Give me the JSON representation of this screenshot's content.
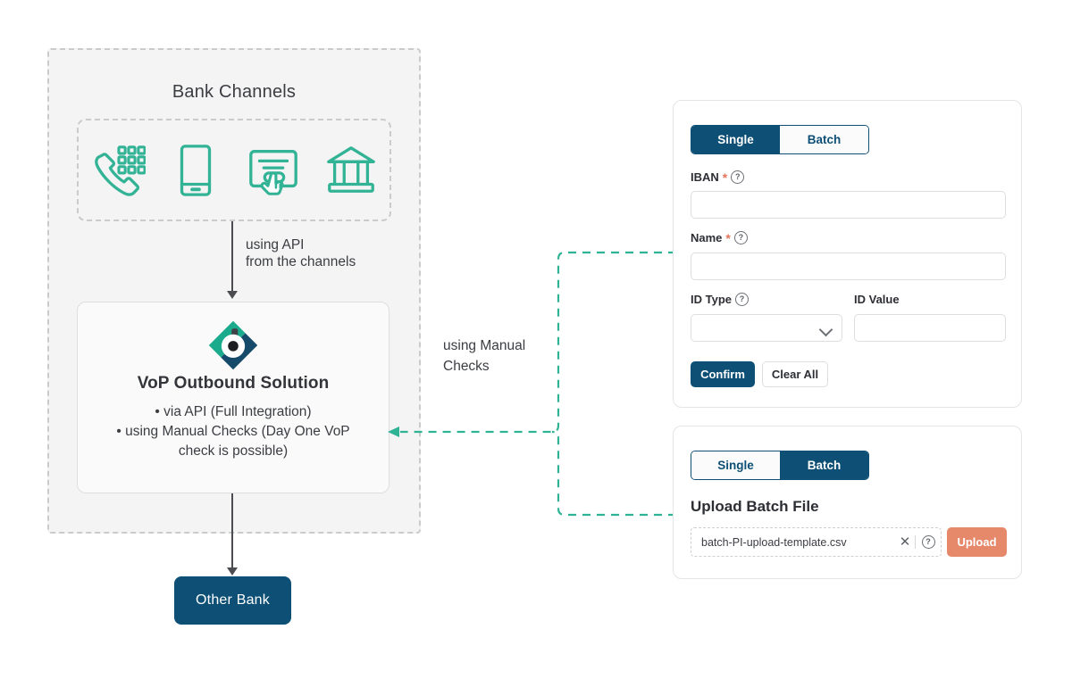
{
  "diagram": {
    "channels_title": "Bank Channels",
    "channel_icons": [
      {
        "name": "telephone-keypad-icon",
        "label": "Telephone Banking"
      },
      {
        "name": "mobile-phone-icon",
        "label": "Mobile Banking"
      },
      {
        "name": "online-banking-click-icon",
        "label": "Online Banking"
      },
      {
        "name": "bank-branch-icon",
        "label": "Branch"
      }
    ],
    "api_arrow_label": "using API\nfrom the channels",
    "manual_arrow_label": "using Manual\nChecks",
    "vop": {
      "logo_name": "bank-logo-icon",
      "title": "VoP Outbound Solution",
      "bullets": [
        "• via API (Full Integration)",
        "• using Manual Checks (Day One VoP",
        "check is possible)"
      ]
    },
    "other_bank_label": "Other Bank"
  },
  "single_panel": {
    "tabs": [
      {
        "label": "Single",
        "active": true
      },
      {
        "label": "Batch",
        "active": false
      }
    ],
    "fields": {
      "iban": {
        "label": "IBAN",
        "required": "*",
        "help": "?",
        "value": ""
      },
      "name": {
        "label": "Name",
        "required": "*",
        "help": "?",
        "value": ""
      },
      "id_type": {
        "label": "ID Type",
        "help": "?",
        "value": ""
      },
      "id_value": {
        "label": "ID Value",
        "value": ""
      }
    },
    "buttons": {
      "confirm": "Confirm",
      "clear_all": "Clear All"
    }
  },
  "batch_panel": {
    "tabs": [
      {
        "label": "Single",
        "active": false
      },
      {
        "label": "Batch",
        "active": true
      }
    ],
    "upload_title": "Upload Batch File",
    "file_name": "batch-PI-upload-template.csv",
    "clear_glyph": "✕",
    "help_glyph": "?",
    "upload_button": "Upload"
  },
  "colors": {
    "navy": "#0d4f75",
    "teal": "#32b395",
    "coral": "#e6886a",
    "panel_bg": "#f4f4f4",
    "text": "#3b3d42"
  }
}
